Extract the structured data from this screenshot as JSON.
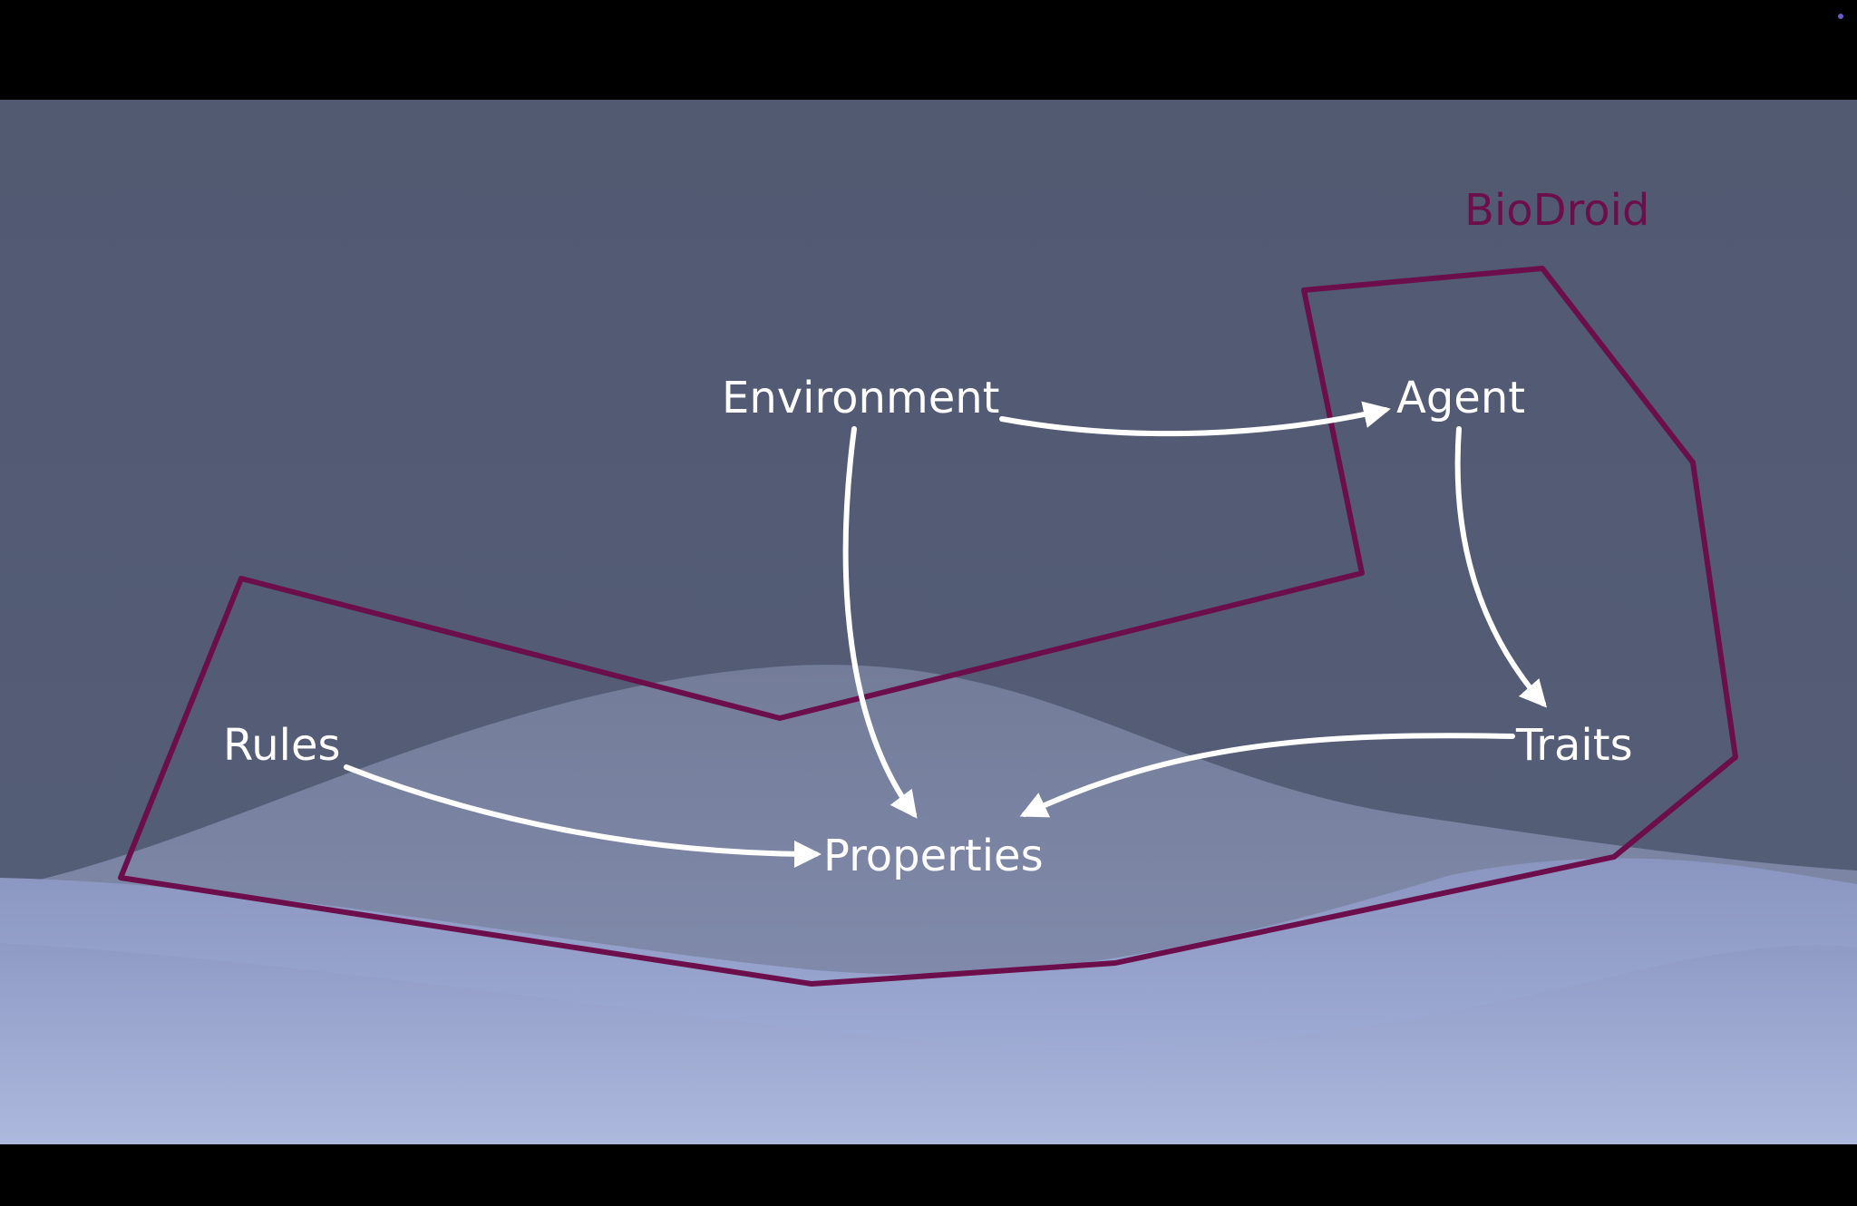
{
  "diagram": {
    "group_label": "BioDroid",
    "nodes": {
      "environment": "Environment",
      "agent": "Agent",
      "rules": "Rules",
      "traits": "Traits",
      "properties": "Properties"
    },
    "edges": [
      {
        "from": "Environment",
        "to": "Agent"
      },
      {
        "from": "Environment",
        "to": "Properties"
      },
      {
        "from": "Agent",
        "to": "Traits"
      },
      {
        "from": "Traits",
        "to": "Properties"
      },
      {
        "from": "Rules",
        "to": "Properties"
      }
    ]
  },
  "colors": {
    "letterbox": "#000000",
    "sky": "#535b73",
    "ground": "#a8b4da",
    "outline": "#6d0e4c",
    "label": "#ffffff",
    "group_label": "#6d0e4c"
  }
}
